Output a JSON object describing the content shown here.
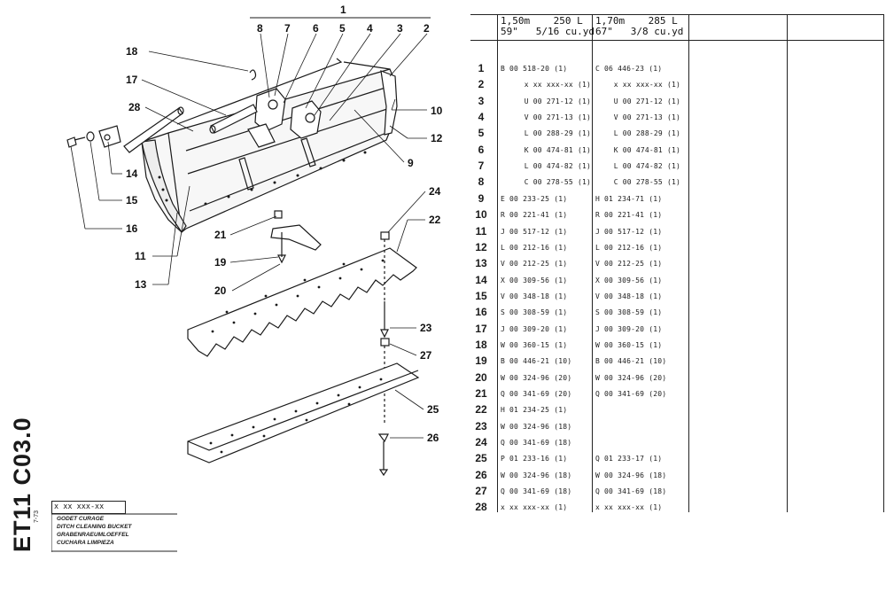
{
  "assembly_number": "1",
  "callouts": [
    "18",
    "17",
    "28",
    "8",
    "7",
    "6",
    "5",
    "4",
    "3",
    "2",
    "10",
    "12",
    "9",
    "14",
    "15",
    "16",
    "11",
    "13",
    "21",
    "19",
    "20",
    "24",
    "22",
    "23",
    "27",
    "25",
    "26"
  ],
  "table": {
    "headers": [
      {
        "line1": "1,50m    250 L",
        "line2": "59\"   5/16 cu.yd"
      },
      {
        "line1": "1,70m    285 L",
        "line2": "67\"   3/8 cu.yd"
      }
    ],
    "rows": [
      {
        "n": "1",
        "a": "B 00 518-20 (1)",
        "b": "C 06 446-23 (1)",
        "ra": false,
        "rb": false
      },
      {
        "n": "2",
        "a": "x xx xxx-xx (1)",
        "b": "x xx xxx-xx (1)",
        "ra": true,
        "rb": true
      },
      {
        "n": "3",
        "a": "U 00 271-12 (1)",
        "b": "U 00 271-12 (1)",
        "ra": true,
        "rb": true
      },
      {
        "n": "4",
        "a": "V 00 271-13 (1)",
        "b": "V 00 271-13 (1)",
        "ra": true,
        "rb": true
      },
      {
        "n": "5",
        "a": "L 00 288-29 (1)",
        "b": "L 00 288-29 (1)",
        "ra": true,
        "rb": true
      },
      {
        "n": "6",
        "a": "K 00 474-81 (1)",
        "b": "K 00 474-81 (1)",
        "ra": true,
        "rb": true
      },
      {
        "n": "7",
        "a": "L 00 474-82 (1)",
        "b": "L 00 474-82 (1)",
        "ra": true,
        "rb": true
      },
      {
        "n": "8",
        "a": "C 00 278-55 (1)",
        "b": "C 00 278-55 (1)",
        "ra": true,
        "rb": true
      },
      {
        "n": "9",
        "a": "E 00 233-25 (1)",
        "b": "H 01 234-71 (1)",
        "ra": false,
        "rb": false
      },
      {
        "n": "10",
        "a": "R 00 221-41 (1)",
        "b": "R 00 221-41 (1)",
        "ra": false,
        "rb": false
      },
      {
        "n": "11",
        "a": "J 00 517-12 (1)",
        "b": "J 00 517-12 (1)",
        "ra": false,
        "rb": false
      },
      {
        "n": "12",
        "a": "L 00 212-16 (1)",
        "b": "L 00 212-16 (1)",
        "ra": false,
        "rb": false
      },
      {
        "n": "13",
        "a": "V 00 212-25 (1)",
        "b": "V 00 212-25 (1)",
        "ra": false,
        "rb": false
      },
      {
        "n": "14",
        "a": "X 00 309-56 (1)",
        "b": "X 00 309-56 (1)",
        "ra": false,
        "rb": false
      },
      {
        "n": "15",
        "a": "V 00 348-18 (1)",
        "b": "V 00 348-18 (1)",
        "ra": false,
        "rb": false
      },
      {
        "n": "16",
        "a": "S 00 308-59 (1)",
        "b": "S 00 308-59 (1)",
        "ra": false,
        "rb": false
      },
      {
        "n": "17",
        "a": "J 00 309-20 (1)",
        "b": "J 00 309-20 (1)",
        "ra": false,
        "rb": false
      },
      {
        "n": "18",
        "a": "W 00 360-15 (1)",
        "b": "W 00 360-15 (1)",
        "ra": false,
        "rb": false
      },
      {
        "n": "19",
        "a": "B 00 446-21 (10)",
        "b": "B 00 446-21 (10)",
        "ra": false,
        "rb": false
      },
      {
        "n": "20",
        "a": "W 00 324-96 (20)",
        "b": "W 00 324-96 (20)",
        "ra": false,
        "rb": false
      },
      {
        "n": "21",
        "a": "Q 00 341-69 (20)",
        "b": "Q 00 341-69 (20)",
        "ra": false,
        "rb": false
      },
      {
        "n": "22",
        "a": "H 01 234-25 (1)",
        "b": "",
        "ra": false,
        "rb": false
      },
      {
        "n": "23",
        "a": "W 00 324-96 (18)",
        "b": "",
        "ra": false,
        "rb": false
      },
      {
        "n": "24",
        "a": "Q 00 341-69 (18)",
        "b": "",
        "ra": false,
        "rb": false
      },
      {
        "n": "25",
        "a": "P 01 233-16 (1)",
        "b": "Q 01 233-17 (1)",
        "ra": false,
        "rb": false
      },
      {
        "n": "26",
        "a": "W 00 324-96 (18)",
        "b": "W 00 324-96 (18)",
        "ra": false,
        "rb": false
      },
      {
        "n": "27",
        "a": "Q 00 341-69 (18)",
        "b": "Q 00 341-69 (18)",
        "ra": false,
        "rb": false
      },
      {
        "n": "28",
        "a": "x xx xxx-xx (1)",
        "b": "x xx xxx-xx (1)",
        "ra": false,
        "rb": false
      }
    ]
  },
  "title_block": {
    "doc_code": "ET11 C03.0",
    "date": "7-73",
    "part_code": "x xx xxx-xx",
    "titles": [
      "GODET CURAGE",
      "DITCH CLEANING BUCKET",
      "GRABENRAEUMLOEFFEL",
      "CUCHARA LIMPIEZA"
    ]
  }
}
